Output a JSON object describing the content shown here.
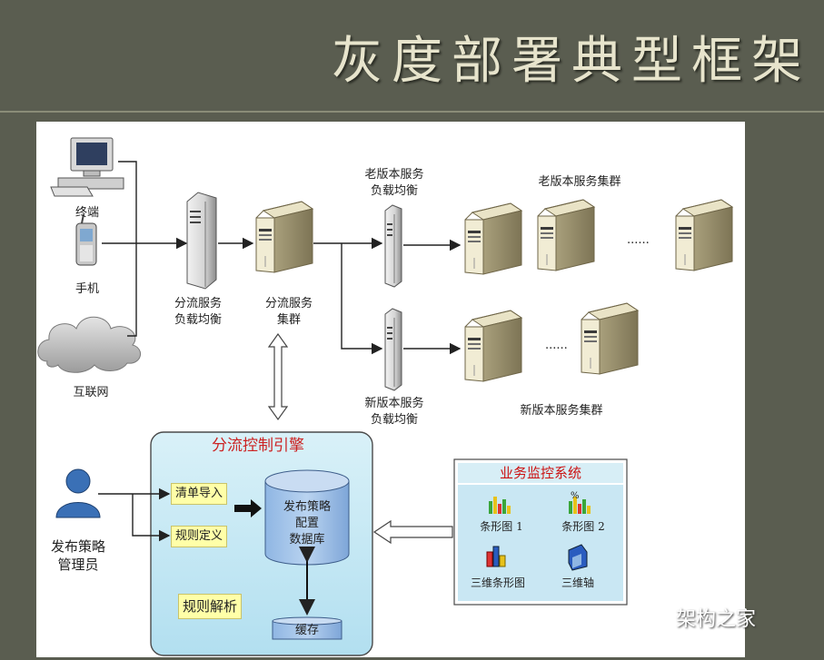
{
  "slide_title": "灰度部署典型框架",
  "clients": {
    "terminal": "终端",
    "phone": "手机",
    "internet": "互联网"
  },
  "router_lb": {
    "line1": "分流服务",
    "line2": "负载均衡"
  },
  "router_cluster": {
    "line1": "分流服务",
    "line2": "集群"
  },
  "old_lb": {
    "line1": "老版本服务",
    "line2": "负载均衡"
  },
  "new_lb": {
    "line1": "新版本服务",
    "line2": "负载均衡"
  },
  "old_cluster_label": "老版本服务集群",
  "new_cluster_label": "新版本服务集群",
  "ellipsis": "......",
  "engine": {
    "title": "分流控制引擎",
    "import_list": "清单导入",
    "rule_define": "规则定义",
    "rule_parse": "规则解析",
    "db_line1": "发布策略",
    "db_line2": "配置",
    "db_line3": "数据库",
    "cache": "缓存"
  },
  "admin": {
    "line1": "发布策略",
    "line2": "管理员"
  },
  "monitor": {
    "title": "业务监控系统",
    "bar1": "条形图 1",
    "bar2": "条形图 2",
    "bar3d": "三维条形图",
    "axis3d": "三维轴",
    "percent": "%"
  },
  "watermark": "架构之家"
}
